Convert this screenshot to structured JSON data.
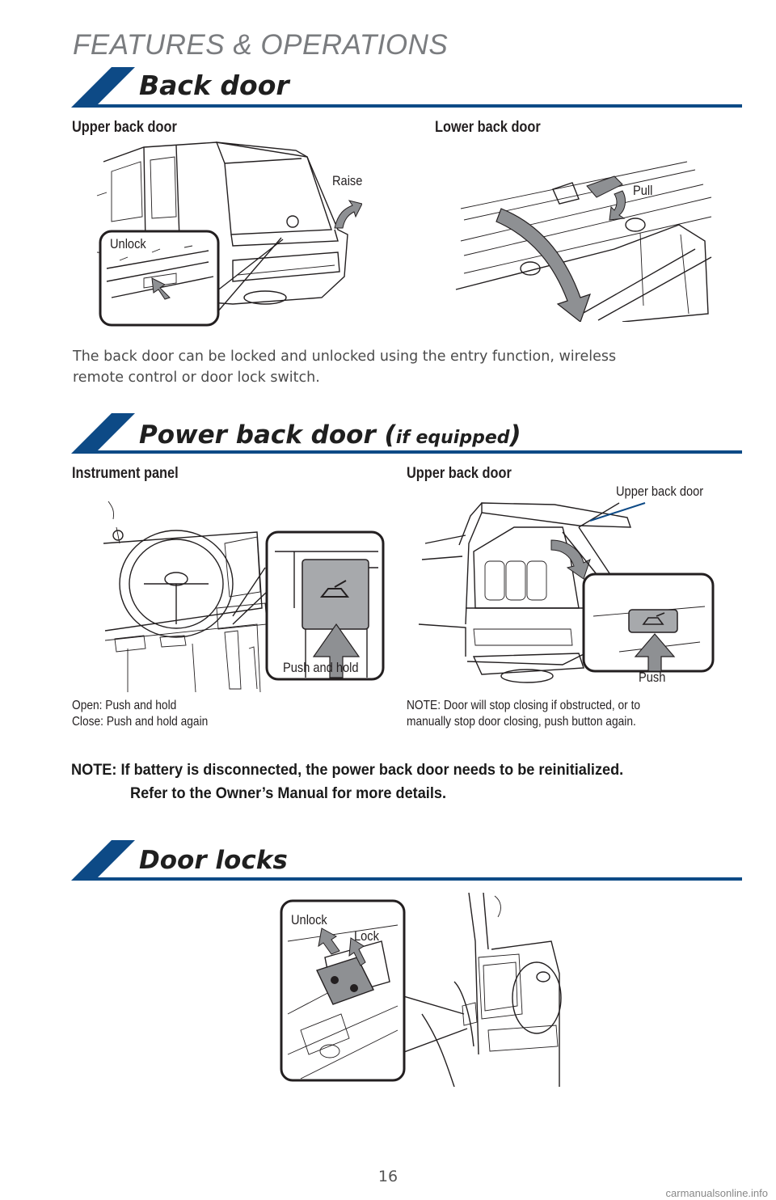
{
  "header": {
    "chapter": "FEATURES & OPERATIONS"
  },
  "colors": {
    "accent": "#0d4a86",
    "arrow_gray": "#8e9093",
    "panel_gray": "#a7a9ac"
  },
  "sections": {
    "back_door": {
      "title": "Back door",
      "left_caption": "Upper back door",
      "right_caption": "Lower back door",
      "labels": {
        "raise": "Raise",
        "unlock": "Unlock",
        "pull": "Pull"
      },
      "body": [
        "The back door can be locked and unlocked using the entry function, wireless",
        "remote control or door lock switch."
      ]
    },
    "power_back_door": {
      "title": "Power back door (",
      "title_suffix": "if equipped",
      "title_close": ")",
      "left_caption": "Instrument panel",
      "right_caption": "Upper back door",
      "labels": {
        "upper_back_door": "Upper back door",
        "push_and_hold": "Push and hold",
        "push": "Push"
      },
      "left_note": [
        "Open: Push and hold",
        "Close: Push and hold again"
      ],
      "right_note": [
        "NOTE: Door will stop closing if obstructed, or to",
        "manually stop door closing, push button again."
      ],
      "note": [
        "NOTE: If battery is disconnected, the power back door needs to be reinitialized.",
        "Refer to the Owner’s Manual for more details."
      ]
    },
    "door_locks": {
      "title": "Door locks",
      "labels": {
        "unlock": "Unlock",
        "lock": "Lock"
      }
    }
  },
  "footer": {
    "page_number": "16",
    "watermark": "carmanualsonline.info"
  }
}
